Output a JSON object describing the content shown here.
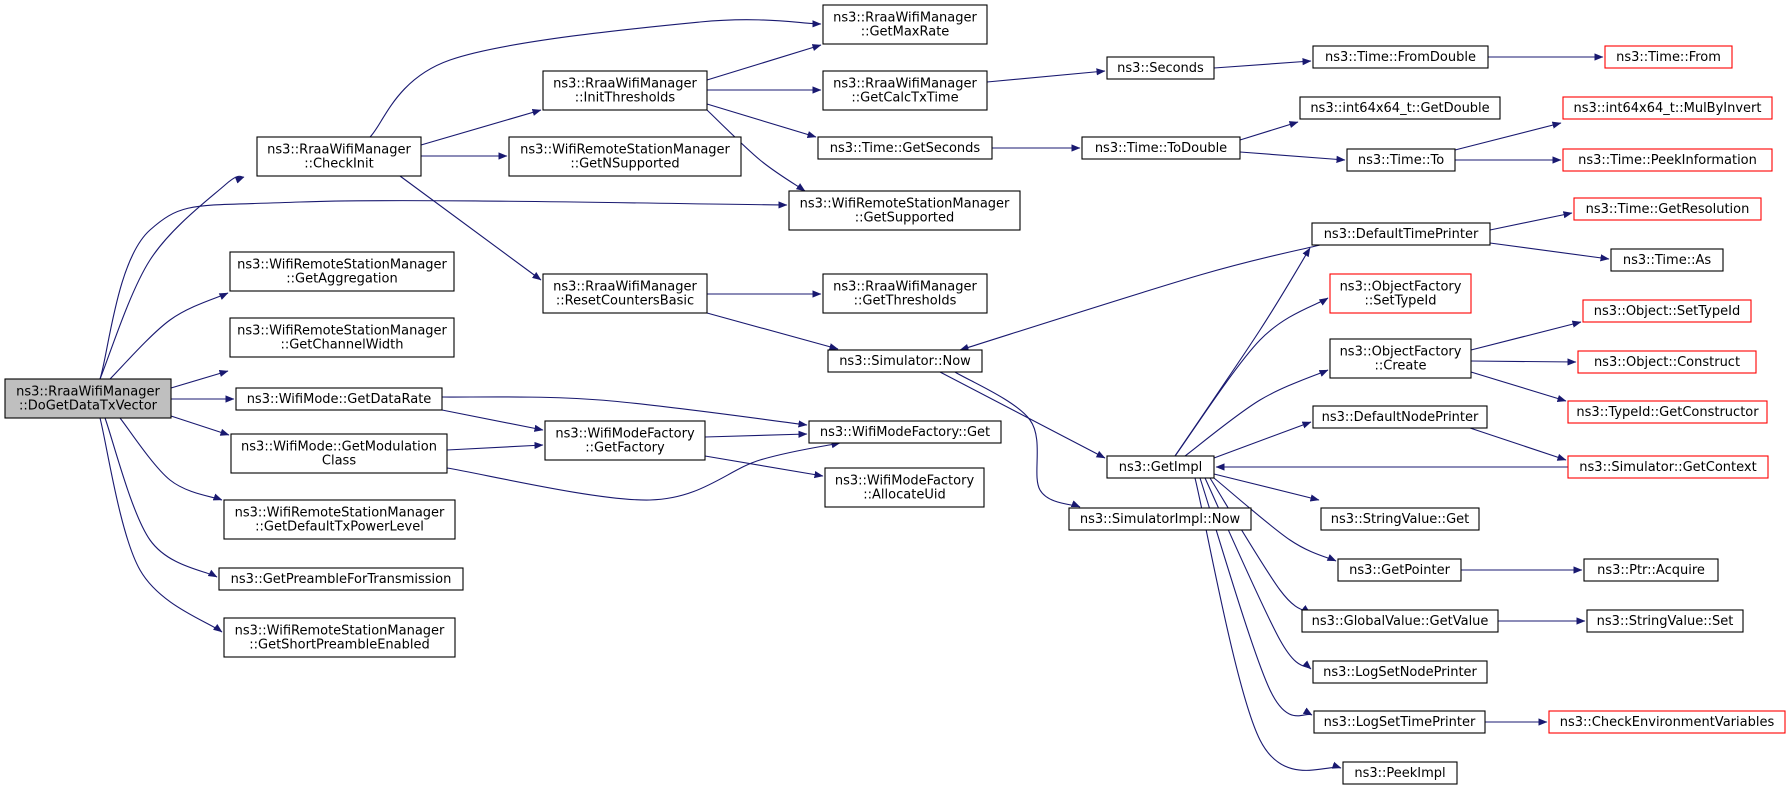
{
  "graph": {
    "title": "",
    "edge_color": "#191970",
    "external_border_color": "#ff0000",
    "root_fill": "#bfbfbf",
    "nodes": [
      {
        "id": "root",
        "lines": [
          "ns3::RraaWifiManager",
          "::DoGetDataTxVector"
        ],
        "style": "root"
      },
      {
        "id": "checkinit",
        "lines": [
          "ns3::RraaWifiManager",
          "::CheckInit"
        ],
        "style": "normal"
      },
      {
        "id": "getaggregation",
        "lines": [
          "ns3::WifiRemoteStationManager",
          "::GetAggregation"
        ],
        "style": "normal"
      },
      {
        "id": "getchannelwidth",
        "lines": [
          "ns3::WifiRemoteStationManager",
          "::GetChannelWidth"
        ],
        "style": "normal"
      },
      {
        "id": "getdatarate",
        "lines": [
          "ns3::WifiMode::GetDataRate"
        ],
        "style": "normal"
      },
      {
        "id": "getmodulationclass",
        "lines": [
          "ns3::WifiMode::GetModulation",
          "Class"
        ],
        "style": "normal"
      },
      {
        "id": "getdefaulttxpowerlevel",
        "lines": [
          "ns3::WifiRemoteStationManager",
          "::GetDefaultTxPowerLevel"
        ],
        "style": "normal"
      },
      {
        "id": "getpreamble",
        "lines": [
          "ns3::GetPreambleForTransmission"
        ],
        "style": "normal"
      },
      {
        "id": "getshortpreamble",
        "lines": [
          "ns3::WifiRemoteStationManager",
          "::GetShortPreambleEnabled"
        ],
        "style": "normal"
      },
      {
        "id": "initthresholds",
        "lines": [
          "ns3::RraaWifiManager",
          "::InitThresholds"
        ],
        "style": "normal"
      },
      {
        "id": "getnsupported",
        "lines": [
          "ns3::WifiRemoteStationManager",
          "::GetNSupported"
        ],
        "style": "normal"
      },
      {
        "id": "resetcounters",
        "lines": [
          "ns3::RraaWifiManager",
          "::ResetCountersBasic"
        ],
        "style": "normal"
      },
      {
        "id": "wifimodefactory_getfactory",
        "lines": [
          "ns3::WifiModeFactory",
          "::GetFactory"
        ],
        "style": "normal"
      },
      {
        "id": "getmaxrate",
        "lines": [
          "ns3::RraaWifiManager",
          "::GetMaxRate"
        ],
        "style": "normal"
      },
      {
        "id": "getcalctxtime",
        "lines": [
          "ns3::RraaWifiManager",
          "::GetCalcTxTime"
        ],
        "style": "normal"
      },
      {
        "id": "time_getseconds",
        "lines": [
          "ns3::Time::GetSeconds"
        ],
        "style": "normal"
      },
      {
        "id": "getsupported",
        "lines": [
          "ns3::WifiRemoteStationManager",
          "::GetSupported"
        ],
        "style": "normal"
      },
      {
        "id": "getthresholds",
        "lines": [
          "ns3::RraaWifiManager",
          "::GetThresholds"
        ],
        "style": "normal"
      },
      {
        "id": "simulator_now",
        "lines": [
          "ns3::Simulator::Now"
        ],
        "style": "normal"
      },
      {
        "id": "wifimodefactory_get",
        "lines": [
          "ns3::WifiModeFactory::Get"
        ],
        "style": "normal"
      },
      {
        "id": "allocateuid",
        "lines": [
          "ns3::WifiModeFactory",
          "::AllocateUid"
        ],
        "style": "normal"
      },
      {
        "id": "seconds",
        "lines": [
          "ns3::Seconds"
        ],
        "style": "normal"
      },
      {
        "id": "time_todouble",
        "lines": [
          "ns3::Time::ToDouble"
        ],
        "style": "normal"
      },
      {
        "id": "getimpl",
        "lines": [
          "ns3::GetImpl"
        ],
        "style": "normal"
      },
      {
        "id": "simimpl_now",
        "lines": [
          "ns3::SimulatorImpl::Now"
        ],
        "style": "normal"
      },
      {
        "id": "time_fromdouble",
        "lines": [
          "ns3::Time::FromDouble"
        ],
        "style": "normal"
      },
      {
        "id": "int64_getdouble",
        "lines": [
          "ns3::int64x64_t::GetDouble"
        ],
        "style": "normal"
      },
      {
        "id": "time_to",
        "lines": [
          "ns3::Time::To"
        ],
        "style": "normal"
      },
      {
        "id": "defaulttimeprinter",
        "lines": [
          "ns3::DefaultTimePrinter"
        ],
        "style": "normal"
      },
      {
        "id": "objfactory_settypeid",
        "lines": [
          "ns3::ObjectFactory",
          "::SetTypeId"
        ],
        "style": "external"
      },
      {
        "id": "objfactory_create",
        "lines": [
          "ns3::ObjectFactory",
          "::Create"
        ],
        "style": "normal"
      },
      {
        "id": "defaultnodeprinter",
        "lines": [
          "ns3::DefaultNodePrinter"
        ],
        "style": "normal"
      },
      {
        "id": "stringvalue_get",
        "lines": [
          "ns3::StringValue::Get"
        ],
        "style": "normal"
      },
      {
        "id": "getpointer",
        "lines": [
          "ns3::GetPointer"
        ],
        "style": "normal"
      },
      {
        "id": "globalvalue_getvalue",
        "lines": [
          "ns3::GlobalValue::GetValue"
        ],
        "style": "normal"
      },
      {
        "id": "logsetnodeprinter",
        "lines": [
          "ns3::LogSetNodePrinter"
        ],
        "style": "normal"
      },
      {
        "id": "logsettimeprinter",
        "lines": [
          "ns3::LogSetTimePrinter"
        ],
        "style": "normal"
      },
      {
        "id": "peekimpl",
        "lines": [
          "ns3::PeekImpl"
        ],
        "style": "normal"
      },
      {
        "id": "time_from",
        "lines": [
          "ns3::Time::From"
        ],
        "style": "external"
      },
      {
        "id": "int64_mulbyinvert",
        "lines": [
          "ns3::int64x64_t::MulByInvert"
        ],
        "style": "external"
      },
      {
        "id": "time_peekinformation",
        "lines": [
          "ns3::Time::PeekInformation"
        ],
        "style": "external"
      },
      {
        "id": "time_getresolution",
        "lines": [
          "ns3::Time::GetResolution"
        ],
        "style": "external"
      },
      {
        "id": "time_as",
        "lines": [
          "ns3::Time::As"
        ],
        "style": "normal"
      },
      {
        "id": "object_settypeid",
        "lines": [
          "ns3::Object::SetTypeId"
        ],
        "style": "external"
      },
      {
        "id": "object_construct",
        "lines": [
          "ns3::Object::Construct"
        ],
        "style": "external"
      },
      {
        "id": "typeid_getconstructor",
        "lines": [
          "ns3::TypeId::GetConstructor"
        ],
        "style": "external"
      },
      {
        "id": "simulator_getcontext",
        "lines": [
          "ns3::Simulator::GetContext"
        ],
        "style": "external"
      },
      {
        "id": "ptr_acquire",
        "lines": [
          "ns3::Ptr::Acquire"
        ],
        "style": "normal"
      },
      {
        "id": "stringvalue_set",
        "lines": [
          "ns3::StringValue::Set"
        ],
        "style": "normal"
      },
      {
        "id": "checkenvvars",
        "lines": [
          "ns3::CheckEnvironmentVariables"
        ],
        "style": "external"
      }
    ],
    "edges": [
      [
        "root",
        "checkinit"
      ],
      [
        "root",
        "getaggregation"
      ],
      [
        "root",
        "getchannelwidth"
      ],
      [
        "root",
        "getdatarate"
      ],
      [
        "root",
        "getmodulationclass"
      ],
      [
        "root",
        "getdefaulttxpowerlevel"
      ],
      [
        "root",
        "getpreamble"
      ],
      [
        "root",
        "getshortpreamble"
      ],
      [
        "root",
        "getsupported"
      ],
      [
        "checkinit",
        "getmaxrate"
      ],
      [
        "checkinit",
        "initthresholds"
      ],
      [
        "checkinit",
        "getnsupported"
      ],
      [
        "checkinit",
        "resetcounters"
      ],
      [
        "initthresholds",
        "getmaxrate"
      ],
      [
        "initthresholds",
        "getcalctxtime"
      ],
      [
        "initthresholds",
        "time_getseconds"
      ],
      [
        "initthresholds",
        "getsupported"
      ],
      [
        "resetcounters",
        "getthresholds"
      ],
      [
        "resetcounters",
        "simulator_now"
      ],
      [
        "getdatarate",
        "wifimodefactory_getfactory"
      ],
      [
        "getdatarate",
        "wifimodefactory_get"
      ],
      [
        "getmodulationclass",
        "wifimodefactory_getfactory"
      ],
      [
        "getmodulationclass",
        "wifimodefactory_get"
      ],
      [
        "wifimodefactory_getfactory",
        "wifimodefactory_get"
      ],
      [
        "wifimodefactory_getfactory",
        "allocateuid"
      ],
      [
        "getcalctxtime",
        "seconds"
      ],
      [
        "seconds",
        "time_fromdouble"
      ],
      [
        "time_fromdouble",
        "time_from"
      ],
      [
        "time_getseconds",
        "time_todouble"
      ],
      [
        "time_todouble",
        "int64_getdouble"
      ],
      [
        "time_todouble",
        "time_to"
      ],
      [
        "time_to",
        "int64_mulbyinvert"
      ],
      [
        "time_to",
        "time_peekinformation"
      ],
      [
        "simulator_now",
        "getimpl"
      ],
      [
        "simulator_now",
        "simimpl_now"
      ],
      [
        "defaulttimeprinter",
        "simulator_now"
      ],
      [
        "defaulttimeprinter",
        "time_getresolution"
      ],
      [
        "defaulttimeprinter",
        "time_as"
      ],
      [
        "getimpl",
        "defaulttimeprinter"
      ],
      [
        "getimpl",
        "objfactory_settypeid"
      ],
      [
        "getimpl",
        "objfactory_create"
      ],
      [
        "getimpl",
        "defaultnodeprinter"
      ],
      [
        "getimpl",
        "stringvalue_get"
      ],
      [
        "getimpl",
        "getpointer"
      ],
      [
        "getimpl",
        "globalvalue_getvalue"
      ],
      [
        "getimpl",
        "logsetnodeprinter"
      ],
      [
        "getimpl",
        "logsettimeprinter"
      ],
      [
        "getimpl",
        "peekimpl"
      ],
      [
        "objfactory_create",
        "object_settypeid"
      ],
      [
        "objfactory_create",
        "object_construct"
      ],
      [
        "objfactory_create",
        "typeid_getconstructor"
      ],
      [
        "defaultnodeprinter",
        "simulator_getcontext"
      ],
      [
        "simulator_getcontext",
        "getimpl"
      ],
      [
        "getpointer",
        "ptr_acquire"
      ],
      [
        "globalvalue_getvalue",
        "stringvalue_set"
      ],
      [
        "logsettimeprinter",
        "checkenvvars"
      ]
    ]
  }
}
